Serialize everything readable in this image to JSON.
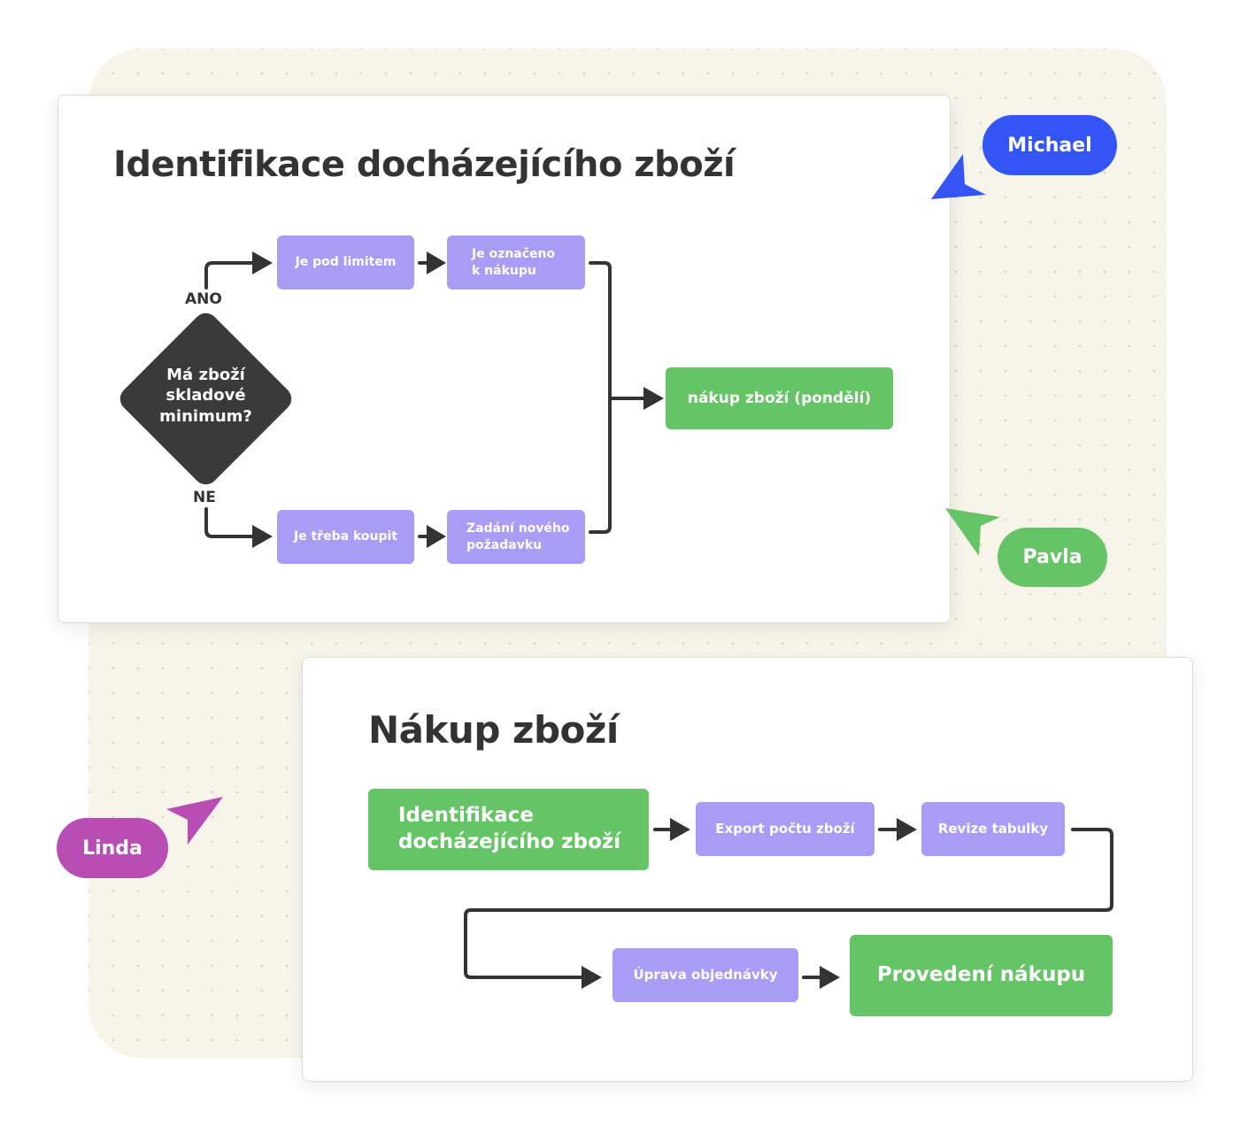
{
  "colors": {
    "canvas": "#f7f4ea",
    "purple": "#a89cf7",
    "green": "#65c466",
    "dark": "#3a3a3a",
    "michael": "#3355f5",
    "pavla": "#65c466",
    "linda": "#b84db4"
  },
  "card1": {
    "title": "Identifikace docházejícího zboží",
    "decision": "Má zboží\nskladové\nminimum?",
    "yes_label": "ANO",
    "no_label": "NE",
    "nodes": {
      "under_limit": "Je pod limitem",
      "marked": "Je označeno\nk nákupu",
      "need_buy": "Je třeba koupit",
      "new_request": "Zadání nového\npožadavku",
      "purchase_monday": "nákup zboží (pondělí)"
    }
  },
  "card2": {
    "title": "Nákup zboží",
    "nodes": {
      "identify": "Identifikace\ndocházejícího zboží",
      "export": "Export počtu zboží",
      "review": "Revize tabulky",
      "edit_order": "Úprava objednávky",
      "execute": "Provedení nákupu"
    }
  },
  "collaborators": [
    {
      "name": "Michael",
      "color": "#3355f5",
      "cursor_icon": "pointer-arrow-icon"
    },
    {
      "name": "Pavla",
      "color": "#65c466",
      "cursor_icon": "pointer-arrow-icon"
    },
    {
      "name": "Linda",
      "color": "#b84db4",
      "cursor_icon": "pointer-arrow-icon"
    }
  ]
}
